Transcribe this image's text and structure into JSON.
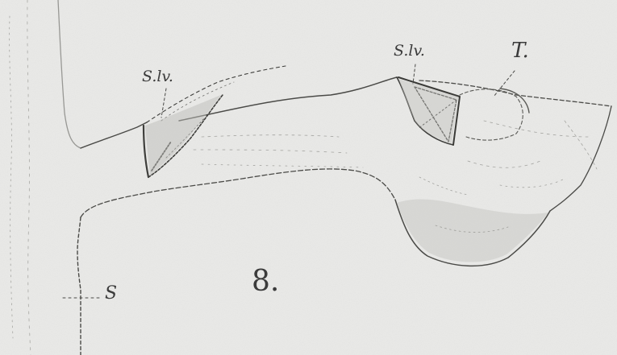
{
  "figure": {
    "number": "8.",
    "labels": {
      "s_lv_left": "S.lv.",
      "s_lv_right": "S.lv.",
      "t": "T.",
      "s": "S"
    }
  },
  "colors": {
    "paper": "#e9e9e7",
    "ink": "#3b3b3b",
    "shade": "#9a9a96"
  }
}
